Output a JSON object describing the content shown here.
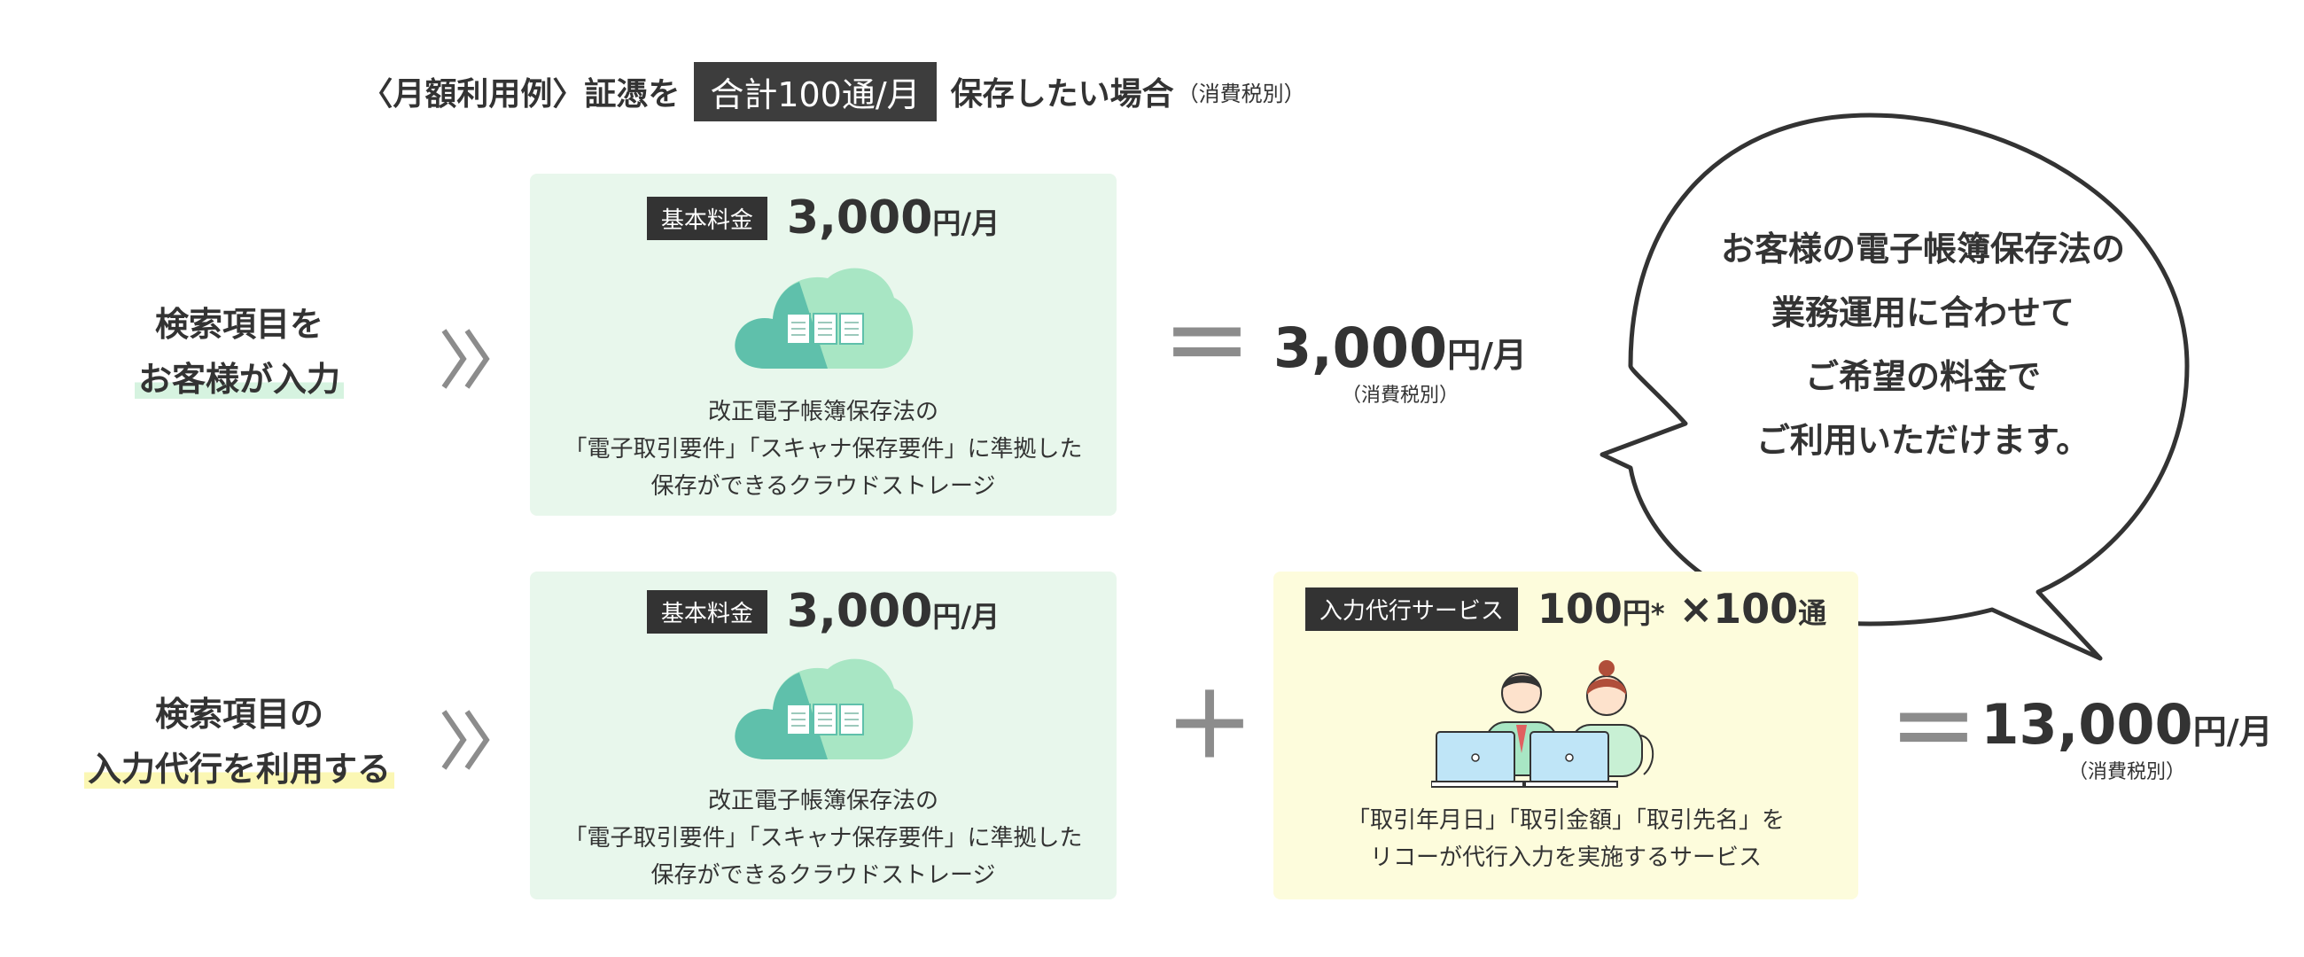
{
  "header": {
    "prefix": "〈月額利用例〉証憑を",
    "highlight": "合計100通/月",
    "suffix": "保存したい場合",
    "tax_note": "（消費税別）"
  },
  "row1": {
    "label_line1": "検索項目を",
    "label_line2": "お客様が入力",
    "box": {
      "tag": "基本料金",
      "price": "3,000",
      "unit": "円/月",
      "desc_line1": "改正電子帳簿保存法の",
      "desc_line2": "「電子取引要件」「スキャナ保存要件」に準拠した",
      "desc_line3": "保存ができるクラウドストレージ"
    },
    "operator": "＝",
    "result": {
      "price": "3,000",
      "unit": "円/月",
      "tax_note": "（消費税別）"
    }
  },
  "row2": {
    "label_line1": "検索項目の",
    "label_line2": "入力代行を利用する",
    "box": {
      "tag": "基本料金",
      "price": "3,000",
      "unit": "円/月",
      "desc_line1": "改正電子帳簿保存法の",
      "desc_line2": "「電子取引要件」「スキャナ保存要件」に準拠した",
      "desc_line3": "保存ができるクラウドストレージ"
    },
    "plus": "＋",
    "service": {
      "tag": "入力代行サービス",
      "price": "100",
      "unit": "円",
      "asterisk": "*",
      "times": "×100",
      "count_unit": "通",
      "desc_line1": "「取引年月日」「取引金額」「取引先名」を",
      "desc_line2": "リコーが代行入力を実施するサービス"
    },
    "operator": "＝",
    "result": {
      "price": "13,000",
      "unit": "円/月",
      "tax_note": "（消費税別）"
    }
  },
  "bubble": {
    "line1": "お客様の電子帳簿保存法の",
    "line2": "業務運用に合わせて",
    "line3": "ご希望の料金で",
    "line4": "ご利用いただけます。"
  },
  "colors": {
    "green_box": "#e8f7ec",
    "yellow_box": "#fdfcdc",
    "cloud_dark": "#5fc0ab",
    "cloud_light": "#a8e6c4",
    "operator_gray": "#8c8c8c",
    "tag_dark": "#333333"
  }
}
